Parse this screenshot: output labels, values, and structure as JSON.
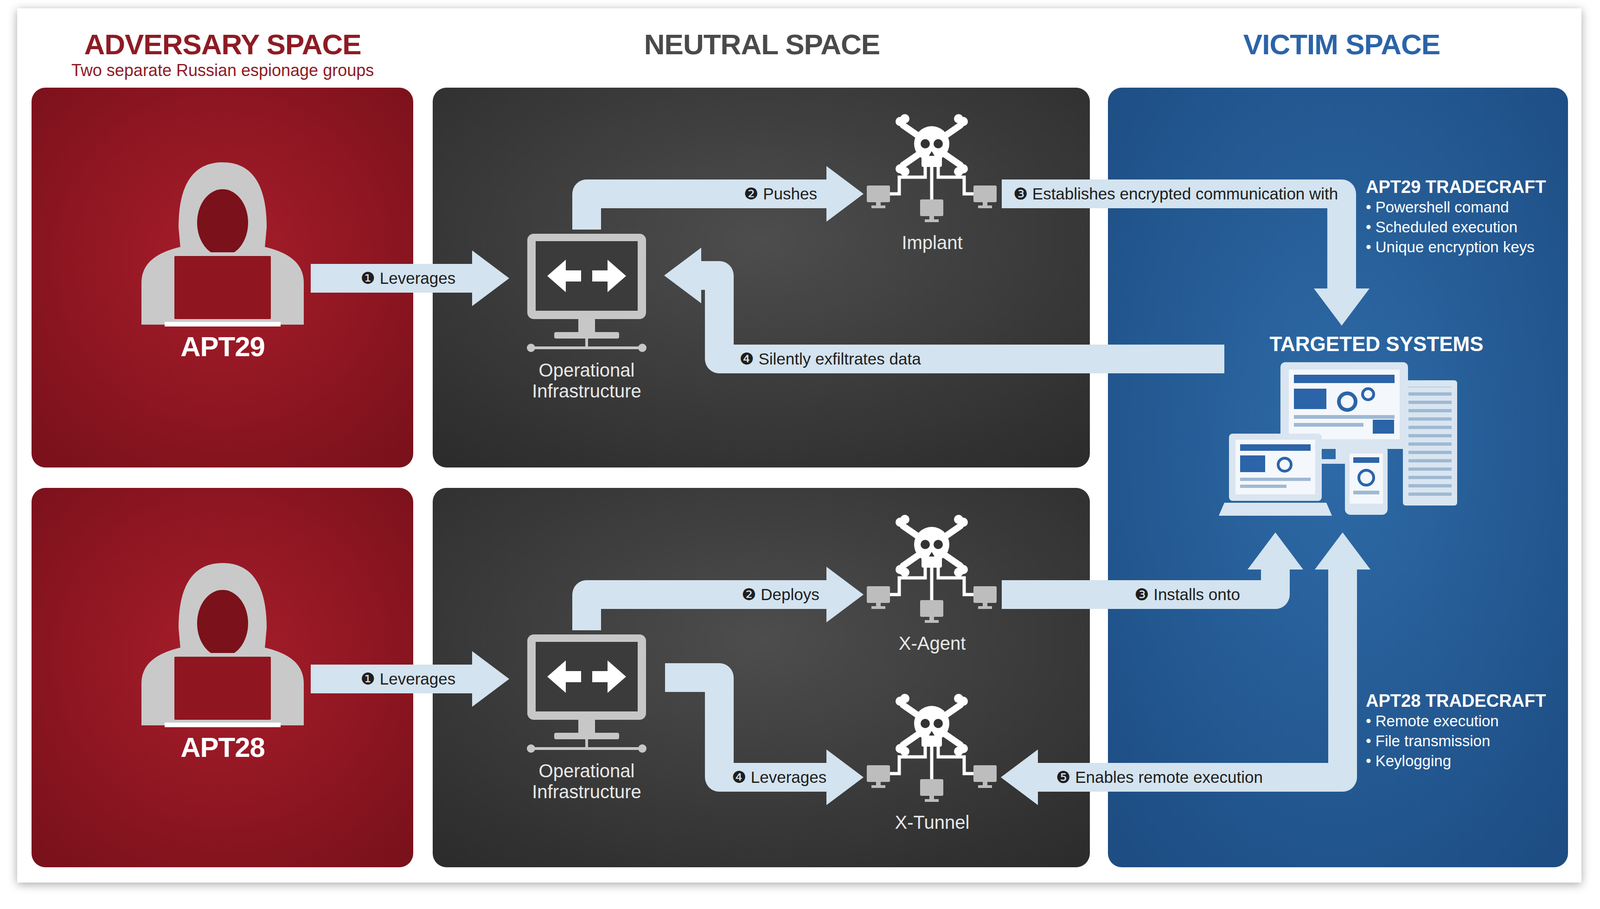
{
  "diagram": {
    "nodes": [
      {
        "text": [
          "APT29"
        ]
      },
      {
        "text": [
          "Operational Infrastructure"
        ]
      },
      {
        "text": [
          "Implant"
        ]
      },
      {
        "text": [
          "TARGETED SYSTEMS"
        ]
      },
      {
        "text": [
          "APT28"
        ]
      },
      {
        "text": [
          "Operational Infrastructure"
        ]
      },
      {
        "text": [
          "X-Agent"
        ]
      },
      {
        "text": [
          "X-Tunnel"
        ]
      }
    ],
    "edges": [
      {
        "from": 0,
        "to": 1,
        "label": "❶ Leverages",
        "arrow": "to"
      },
      {
        "from": 1,
        "to": 2,
        "label": "❷ Pushes",
        "arrow": "to"
      },
      {
        "from": 2,
        "to": 3,
        "label": "❸ Establishes encrypted communication with",
        "arrow": "to"
      },
      {
        "from": 3,
        "to": 1,
        "label": "❹ Silently exfiltrates data",
        "arrow": "to"
      },
      {
        "from": 4,
        "to": 5,
        "label": "❶ Leverages",
        "arrow": "to"
      },
      {
        "from": 5,
        "to": 6,
        "label": "❷ Deploys",
        "arrow": "to"
      },
      {
        "from": 6,
        "to": 3,
        "label": "❸ Installs onto",
        "arrow": "to"
      },
      {
        "from": 5,
        "to": 7,
        "label": "❹ Leverages",
        "arrow": "to"
      },
      {
        "from": 7,
        "to": 3,
        "label": "❺ Enables remote execution",
        "arrow": "both"
      }
    ],
    "labels": [
      "ADVERSARY SPACE",
      "Two separate Russian espionage groups",
      "NEUTRAL SPACE",
      "VICTIM SPACE",
      "APT29 TRADECRAFT",
      "• Powershell comand",
      "• Scheduled execution",
      "• Unique encryption keys",
      "APT28 TRADECRAFT",
      "• Remote execution",
      "• File transmission",
      "• Keylogging"
    ]
  }
}
